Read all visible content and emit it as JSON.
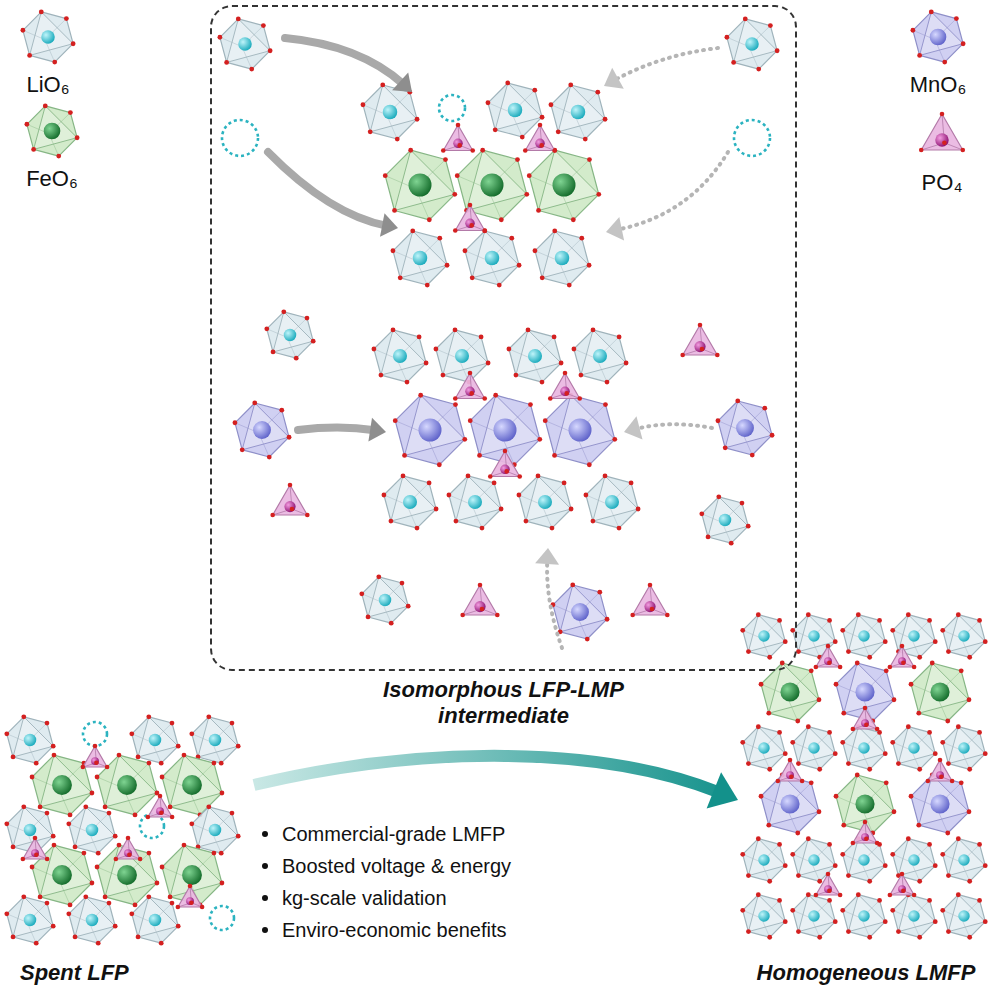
{
  "diagram": {
    "nodes": [
      {
        "text": [
          "Isomorphous LFP-LMP intermediate"
        ]
      },
      {
        "text": [
          "Spent LFP"
        ]
      },
      {
        "text": [
          "Homogeneous LMFP"
        ]
      }
    ],
    "edges": [
      {
        "from": 1,
        "to": 2,
        "arrow": "to"
      }
    ],
    "labels": [
      "Commercial-grade LMFP",
      "Boosted voltage & energy",
      "kg-scale validation",
      "Enviro-economic benefits"
    ],
    "legend": [
      {
        "text": "LiO₆",
        "color": "#dbe8ee"
      },
      {
        "text": "FeO₆",
        "color": "#cde8c4"
      },
      {
        "text": "MnO₆",
        "color": "#c9c9f0"
      },
      {
        "text": "PO₄",
        "color": "#e9b6e1"
      }
    ]
  }
}
